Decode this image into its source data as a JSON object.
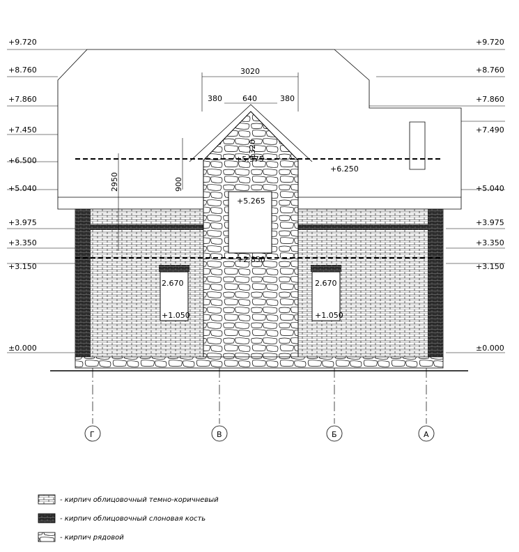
{
  "levels_left": [
    "+9.720",
    "+8.760",
    "+7.860",
    "+7.450",
    "+6.500",
    "+5.040",
    "+3.975",
    "+3.350",
    "+3.150",
    "±0.000"
  ],
  "levels_right": [
    "+9.720",
    "+8.760",
    "+7.860",
    "+7.490",
    "+5.040",
    "+3.975",
    "+3.350",
    "+3.150",
    "±0.000"
  ],
  "dimensions": {
    "top_width": "3020",
    "seg_a": "380",
    "seg_b": "640",
    "seg_c": "380",
    "height_a": "2950",
    "height_b": "900",
    "height_c": "1320"
  },
  "elevation_marks": {
    "ridge_mark": "+5.975",
    "right_mark": "+6.250",
    "window_top": "+5.265",
    "window_bottom": "+2.850",
    "left_window_top": "2.670",
    "left_window_bottom": "+1.050",
    "right_window_top": "2.670",
    "right_window_bottom": "+1.050"
  },
  "axes": [
    "Г",
    "В",
    "Б",
    "А"
  ],
  "legend": [
    {
      "pattern": "brick-light",
      "label": "- кирпич облицовочный темно-коричневый"
    },
    {
      "pattern": "brick-dark",
      "label": "- кирпич облицовочный слоновая кость"
    },
    {
      "pattern": "stone",
      "label": "- кирпич рядовой"
    }
  ]
}
